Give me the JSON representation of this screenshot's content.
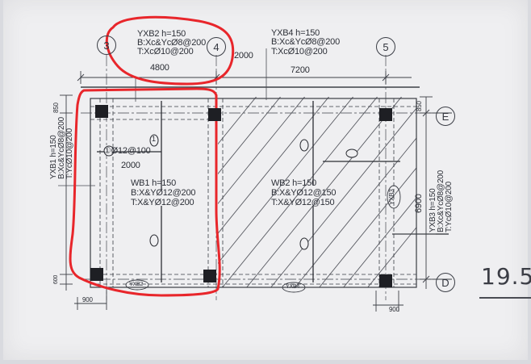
{
  "axes": {
    "axis_3": "3",
    "axis_4": "4",
    "axis_5": "5",
    "axis_E": "E",
    "axis_D": "D"
  },
  "dimensions": {
    "span_4800": "4800",
    "span_7200": "7200",
    "span_2000_top": "2000",
    "span_2000_slab": "2000",
    "span_6900": "6900",
    "left_850": "850",
    "right_850": "850",
    "bottom_left_900": "900",
    "bottom_right_900": "900",
    "bottom_left_small": "600"
  },
  "beams": {
    "yxb2": {
      "line1": "YXB2 h=150",
      "line2": "B:Xc&YcØ8@200",
      "line3": "T:XcØ10@200"
    },
    "yxb4": {
      "line1": "YXB4 h=150",
      "line2": "B:Xc&YcØ8@200",
      "line3": "T:XcØ10@200"
    },
    "yxb1": {
      "line1": "YXB1 h=150",
      "line2": "B:Xc&YcØ8@200",
      "line3": "T:YcØ10@200"
    },
    "yxb3": {
      "line1": "YXB3 h=150",
      "line2": "B:Xc&YcØ8@200",
      "line3": "T:YcØ10@200"
    },
    "tag_yxb3": "YXB3",
    "tag_yxb2": "YXB2",
    "tag_yxb4": "YXB4"
  },
  "slabs": {
    "wb1": {
      "line1": "WB1 h=150",
      "line2": "B:X&YØ12@200",
      "line3": "T:X&YØ12@200"
    },
    "wb2": {
      "line1": "WB2 h=150",
      "line2": "B:X&YØ12@150",
      "line3": "T:X&YØ12@150"
    },
    "rebar_1": "①Ø12@100",
    "marker_1": "1"
  },
  "scale_label": "19.5",
  "annotation_color": "#e8262b"
}
